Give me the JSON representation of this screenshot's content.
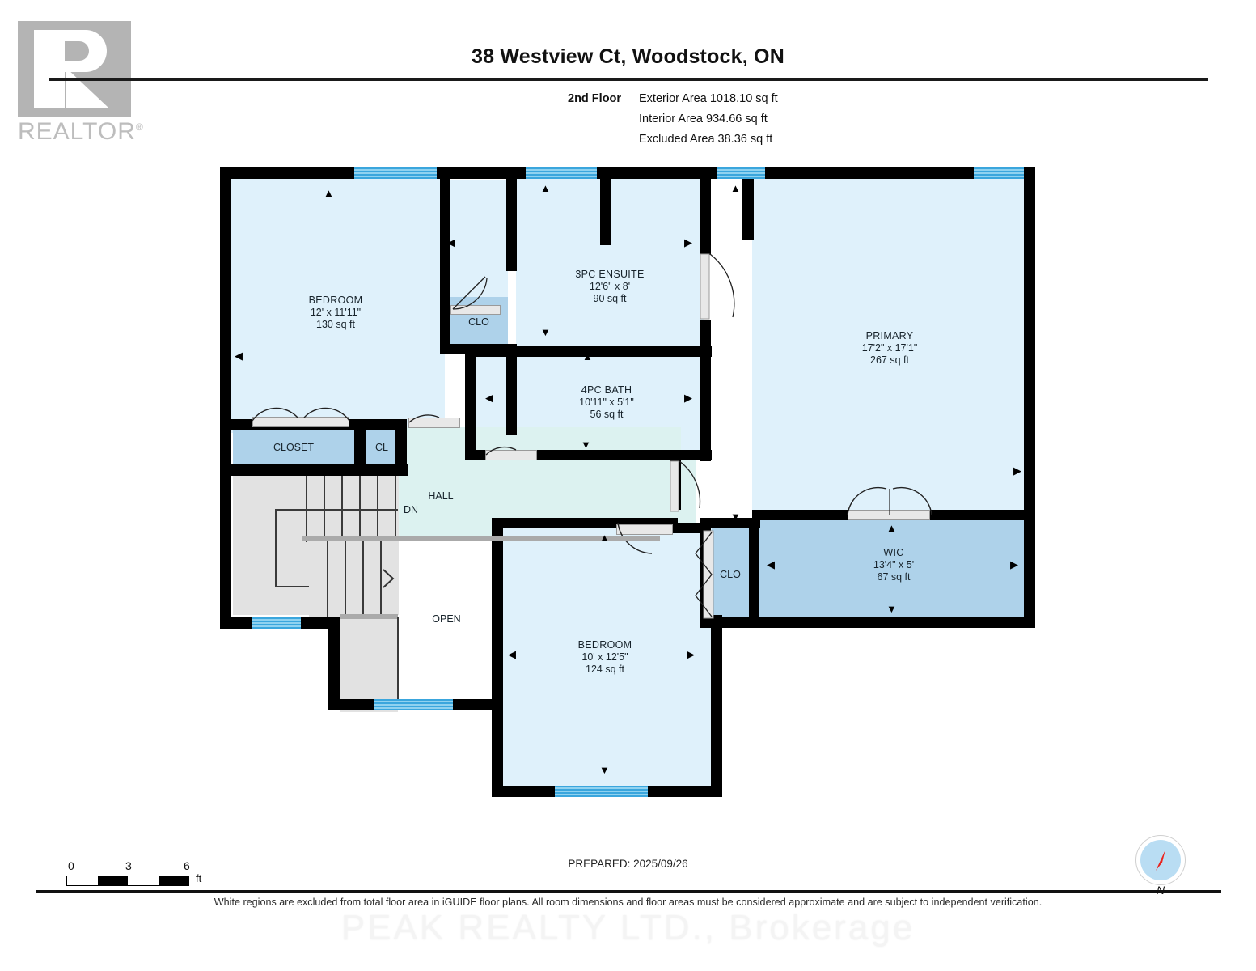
{
  "brand": {
    "logo_text": "REALTOR",
    "logo_mark": "realtor-r-logo",
    "registered": "®"
  },
  "header": {
    "title": "38 Westview Ct, Woodstock, ON",
    "floor_label": "2nd Floor",
    "exterior_area": "Exterior Area 1018.10 sq ft",
    "interior_area": "Interior Area 934.66 sq ft",
    "excluded_area": "Excluded Area 38.36 sq ft"
  },
  "floorplan": {
    "rooms": [
      {
        "name": "BEDROOM",
        "dims": "12' x 11'11\"",
        "area": "130 sq ft"
      },
      {
        "name": "3PC ENSUITE",
        "dims": "12'6\" x 8'",
        "area": "90 sq ft"
      },
      {
        "name": "PRIMARY",
        "dims": "17'2\" x 17'1\"",
        "area": "267 sq ft"
      },
      {
        "name": "4PC BATH",
        "dims": "10'11\" x 5'1\"",
        "area": "56 sq ft"
      },
      {
        "name": "WIC",
        "dims": "13'4\" x 5'",
        "area": "67 sq ft"
      },
      {
        "name": "BEDROOM",
        "dims": "10' x 12'5\"",
        "area": "124 sq ft"
      }
    ],
    "small_labels": {
      "clo_upper": "CLO",
      "clo_lower": "CLO",
      "closet": "CLOSET",
      "cl": "CL",
      "hall": "HALL",
      "dn": "DN",
      "open": "OPEN"
    },
    "colors": {
      "room_light": "#dff1fb",
      "room_mid": "#aed2ea",
      "hall": "#dcf2f0",
      "stairs": "#e2e2e2",
      "wall": "#000000",
      "window": "#3aa6dd"
    }
  },
  "footer": {
    "scale": {
      "start": "0",
      "mid": "3",
      "end": "6",
      "unit": "ft"
    },
    "prepared": "PREPARED: 2025/09/26",
    "compass_label": "N",
    "disclaimer": "White regions are excluded from total floor area in iGUIDE floor plans. All room dimensions and floor areas must be considered approximate and are subject to independent verification.",
    "watermark": "PEAK REALTY LTD., Brokerage"
  }
}
